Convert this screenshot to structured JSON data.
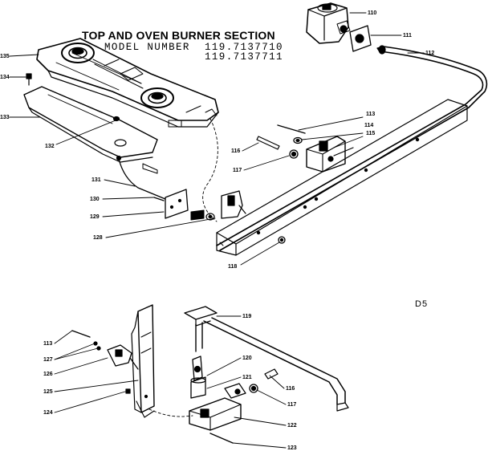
{
  "title": "TOP AND OVEN BURNER SECTION",
  "model_label": "MODEL NUMBER",
  "model_numbers": [
    "119.7137710",
    "119.7137711"
  ],
  "diagram_code": "D5",
  "part_numbers": {
    "p110": "110",
    "p111": "111",
    "p112": "112",
    "p113a": "113",
    "p114": "114",
    "p115": "115",
    "p116a": "116",
    "p117a": "117",
    "p118": "118",
    "p128": "128",
    "p129": "129",
    "p130": "130",
    "p131": "131",
    "p132": "132",
    "p133": "133",
    "p134": "134",
    "p135": "135",
    "p119": "119",
    "p120": "120",
    "p121": "121",
    "p116b": "116",
    "p117b": "117",
    "p122": "122",
    "p123": "123",
    "p113b": "113",
    "p127": "127",
    "p126": "126",
    "p125": "125",
    "p124": "124"
  }
}
